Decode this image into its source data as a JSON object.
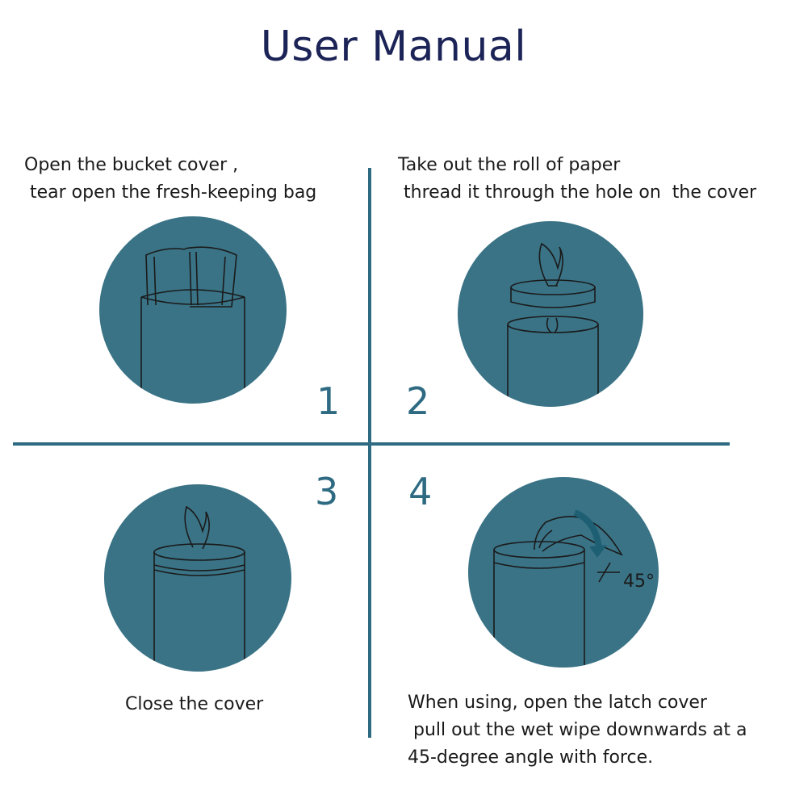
{
  "title": "User Manual",
  "colors": {
    "title": "#1c2457",
    "accent": "#2e6a82",
    "circle": "#3a7386",
    "stroke": "#1a1a1a"
  },
  "steps": [
    {
      "number": "1",
      "text": "Open the bucket cover ,\n tear open the fresh-keeping bag"
    },
    {
      "number": "2",
      "text": "Take out the roll of paper\n thread it through the hole on  the cover"
    },
    {
      "number": "3",
      "text": "Close the cover"
    },
    {
      "number": "4",
      "text": "When using, open the latch cover\n pull out the wet wipe downwards at a\n45-degree angle with force.",
      "angle_label": "45°"
    }
  ]
}
